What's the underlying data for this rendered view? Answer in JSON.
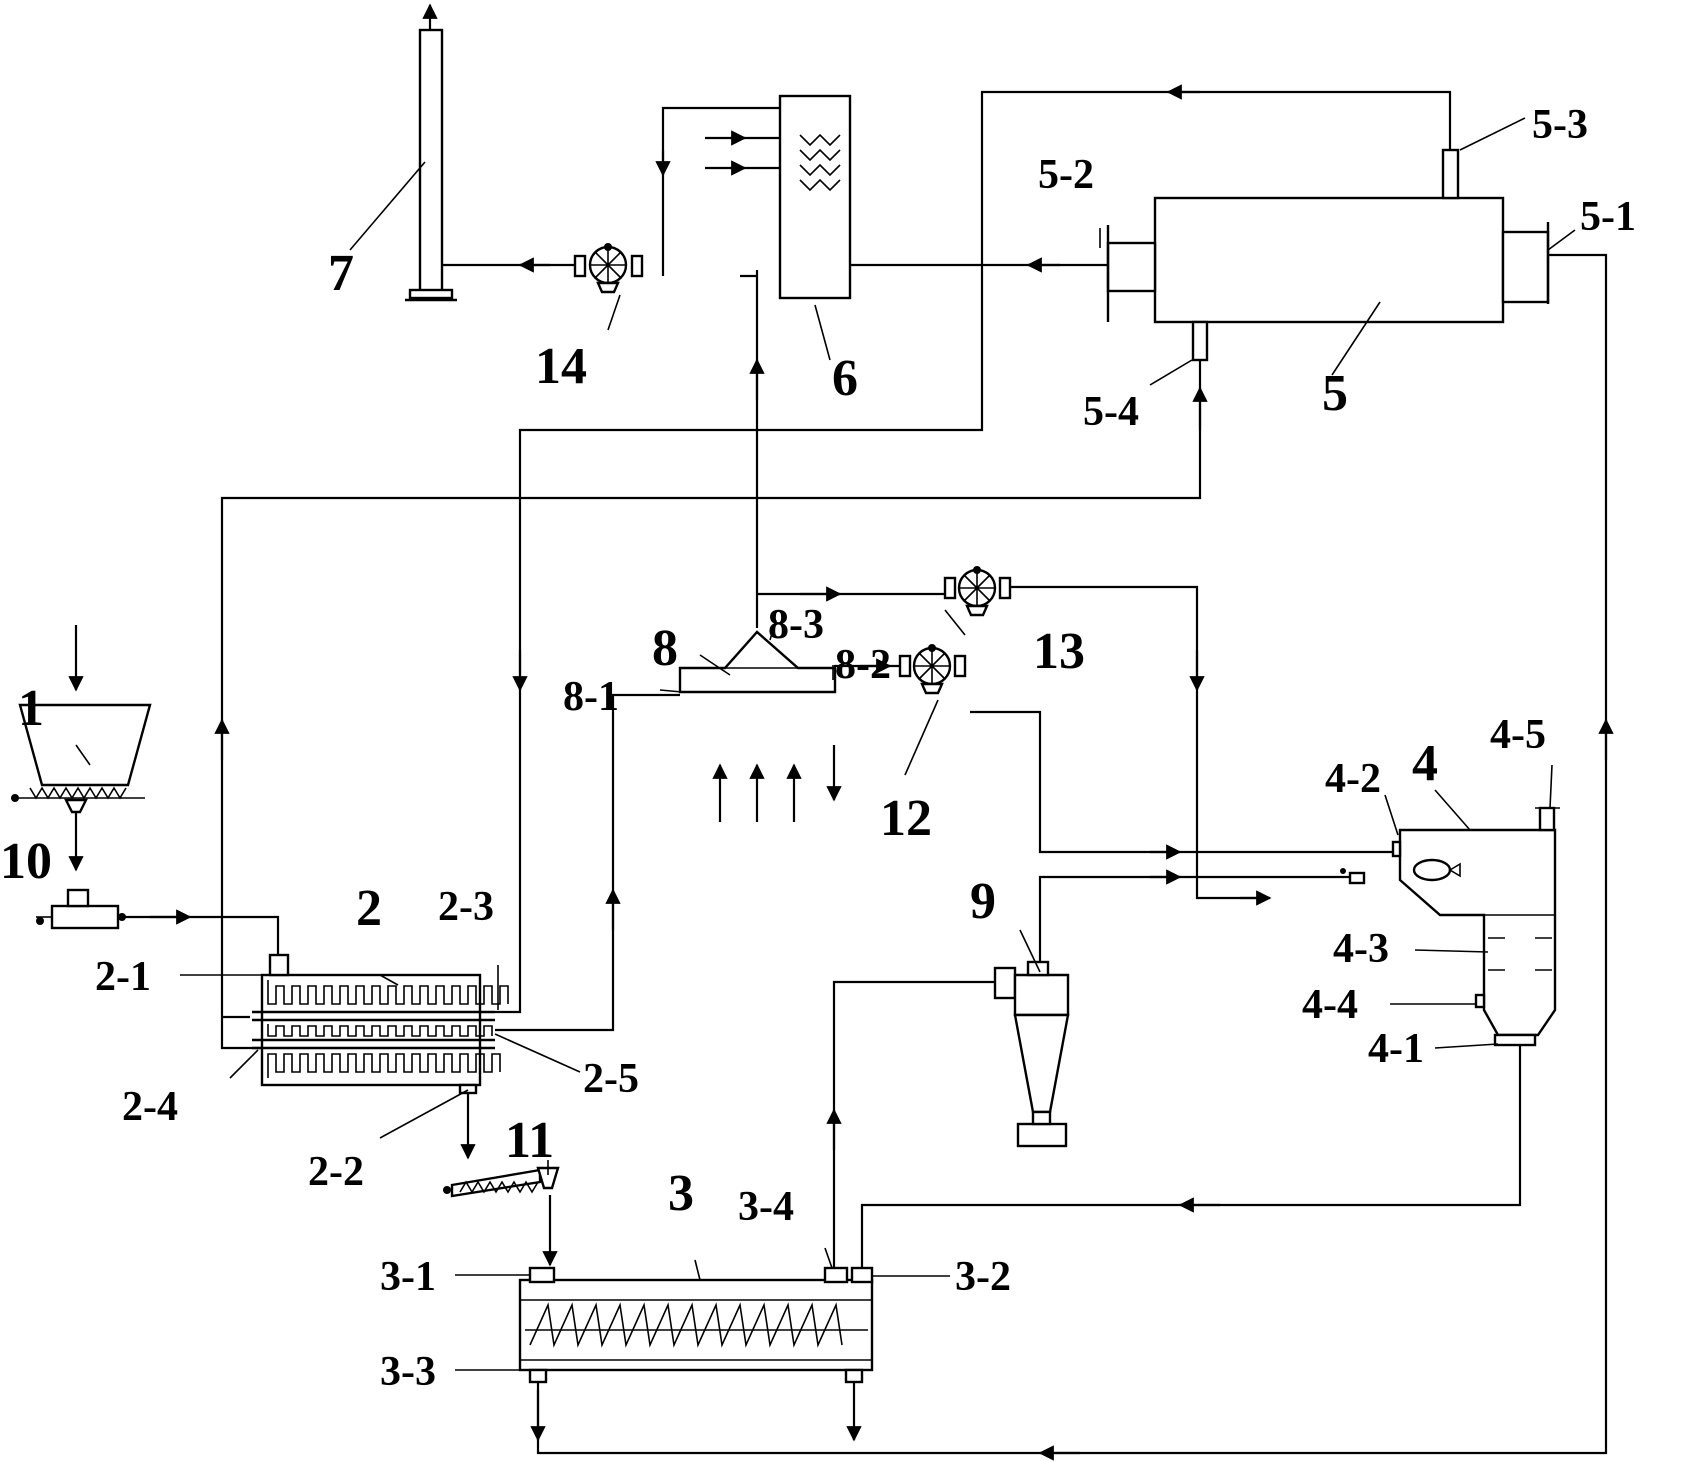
{
  "labels": {
    "l1": "1",
    "l2": "2",
    "l3": "3",
    "l4": "4",
    "l5": "5",
    "l6": "6",
    "l7": "7",
    "l8": "8",
    "l9": "9",
    "l10": "10",
    "l11": "11",
    "l12": "12",
    "l13": "13",
    "l14": "14",
    "l2_1": "2-1",
    "l2_2": "2-2",
    "l2_3": "2-3",
    "l2_4": "2-4",
    "l2_5": "2-5",
    "l3_1": "3-1",
    "l3_2": "3-2",
    "l3_3": "3-3",
    "l3_4": "3-4",
    "l4_1": "4-1",
    "l4_2": "4-2",
    "l4_3": "4-3",
    "l4_4": "4-4",
    "l4_5": "4-5",
    "l5_1": "5-1",
    "l5_2": "5-2",
    "l5_3": "5-3",
    "l5_4": "5-4",
    "l8_1": "8-1",
    "l8_2": "8-2",
    "l8_3": "8-3"
  }
}
